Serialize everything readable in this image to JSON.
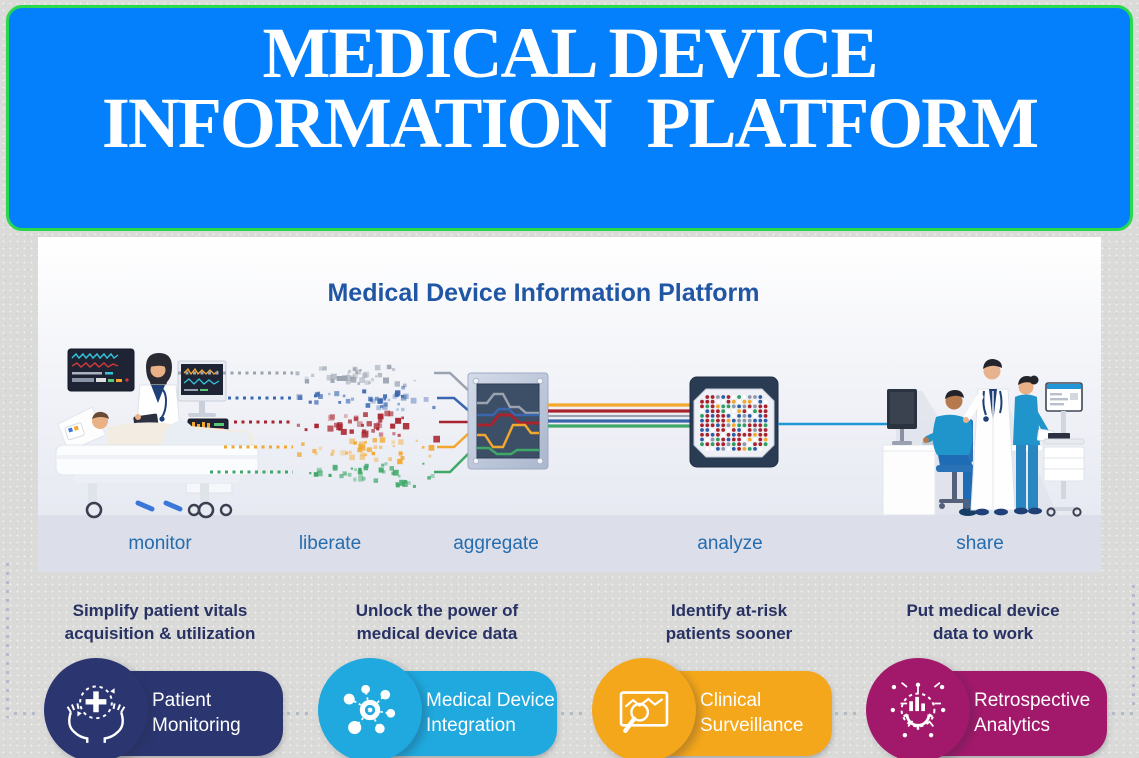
{
  "banner": {
    "line1": "MEDICAL DEVICE",
    "line2": "INFORMATION PLATFORM",
    "bg_color": "#0580fc",
    "border_color": "#2ad84e"
  },
  "card": {
    "title": "Medical Device Information Platform",
    "stages": [
      {
        "label": "monitor"
      },
      {
        "label": "liberate"
      },
      {
        "label": "aggregate"
      },
      {
        "label": "analyze"
      },
      {
        "label": "share"
      }
    ]
  },
  "streams": [
    {
      "name": "gray",
      "color": "#9ba3b0"
    },
    {
      "name": "blue",
      "color": "#3a66ad"
    },
    {
      "name": "red",
      "color": "#a8232e"
    },
    {
      "name": "orange",
      "color": "#f2a72e"
    },
    {
      "name": "green",
      "color": "#3fa869"
    }
  ],
  "share_line_color": "#2196d6",
  "chip": {
    "palette": [
      "#a8232e",
      "#2b5ea7",
      "#8e98a8",
      "#2f9e62",
      "#f2a72e",
      "#ffffff"
    ],
    "weights": [
      0.42,
      0.14,
      0.12,
      0.09,
      0.08,
      0.15
    ]
  },
  "columns": [
    {
      "description_line1": "Simplify patient vitals",
      "description_line2": "acquisition & utilization",
      "badge": {
        "label_line1": "Patient",
        "label_line2": "Monitoring",
        "color": "#2b3671",
        "icon": "hands-care-icon"
      }
    },
    {
      "description_line1": "Unlock the power of",
      "description_line2": "medical device data",
      "badge": {
        "label_line1": "Medical Device",
        "label_line2": "Integration",
        "color": "#1fa9de",
        "icon": "device-network-icon"
      }
    },
    {
      "description_line1": "Identify at-risk",
      "description_line2": "patients sooner",
      "badge": {
        "label_line1": "Clinical",
        "label_line2": "Surveillance",
        "color": "#f5a71b",
        "icon": "chart-magnifier-icon"
      }
    },
    {
      "description_line1": "Put medical device",
      "description_line2": "data to work",
      "badge": {
        "label_line1": "Retrospective",
        "label_line2": "Analytics",
        "color": "#a2196b",
        "icon": "analytics-gear-icon"
      }
    }
  ]
}
